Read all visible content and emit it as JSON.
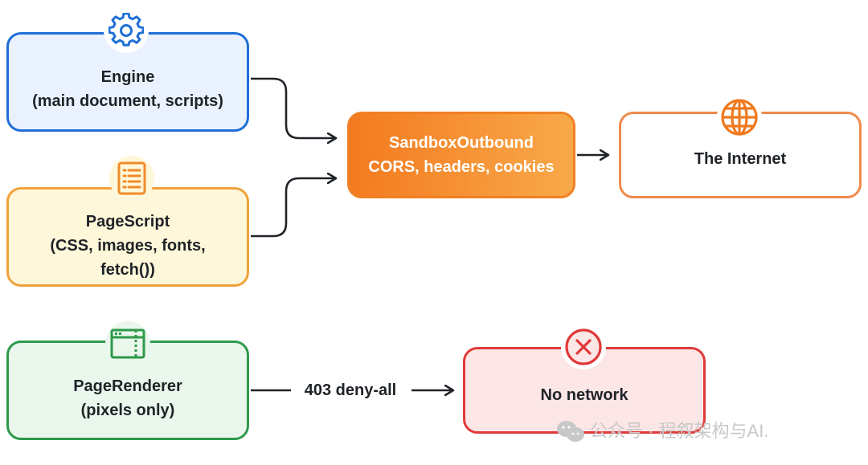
{
  "nodes": {
    "engine": {
      "line1": "Engine",
      "line2": "(main document, scripts)",
      "icon": "gear-icon"
    },
    "pagescript": {
      "line1": "PageScript",
      "line2": "(CSS, images, fonts,",
      "line3": "fetch())",
      "icon": "document-icon"
    },
    "sandbox": {
      "line1": "SandboxOutbound",
      "line2": "CORS, headers, cookies"
    },
    "internet": {
      "label": "The Internet",
      "icon": "globe-icon"
    },
    "renderer": {
      "line1": "PageRenderer",
      "line2": "(pixels only)",
      "icon": "window-icon"
    },
    "nonet": {
      "label": "No network",
      "icon": "x-circle-icon"
    }
  },
  "edges": {
    "renderer_to_nonet": "403 deny-all"
  },
  "watermark": {
    "text": "公众号 · 程叙架构与AI.",
    "icon": "wechat-icon"
  },
  "colors": {
    "blue": "#1f6fd6",
    "orange": "#f08025",
    "yellow_border": "#f2a13a",
    "green": "#2e9a4b",
    "red": "#e03a3a",
    "arrow": "#1f2328"
  }
}
